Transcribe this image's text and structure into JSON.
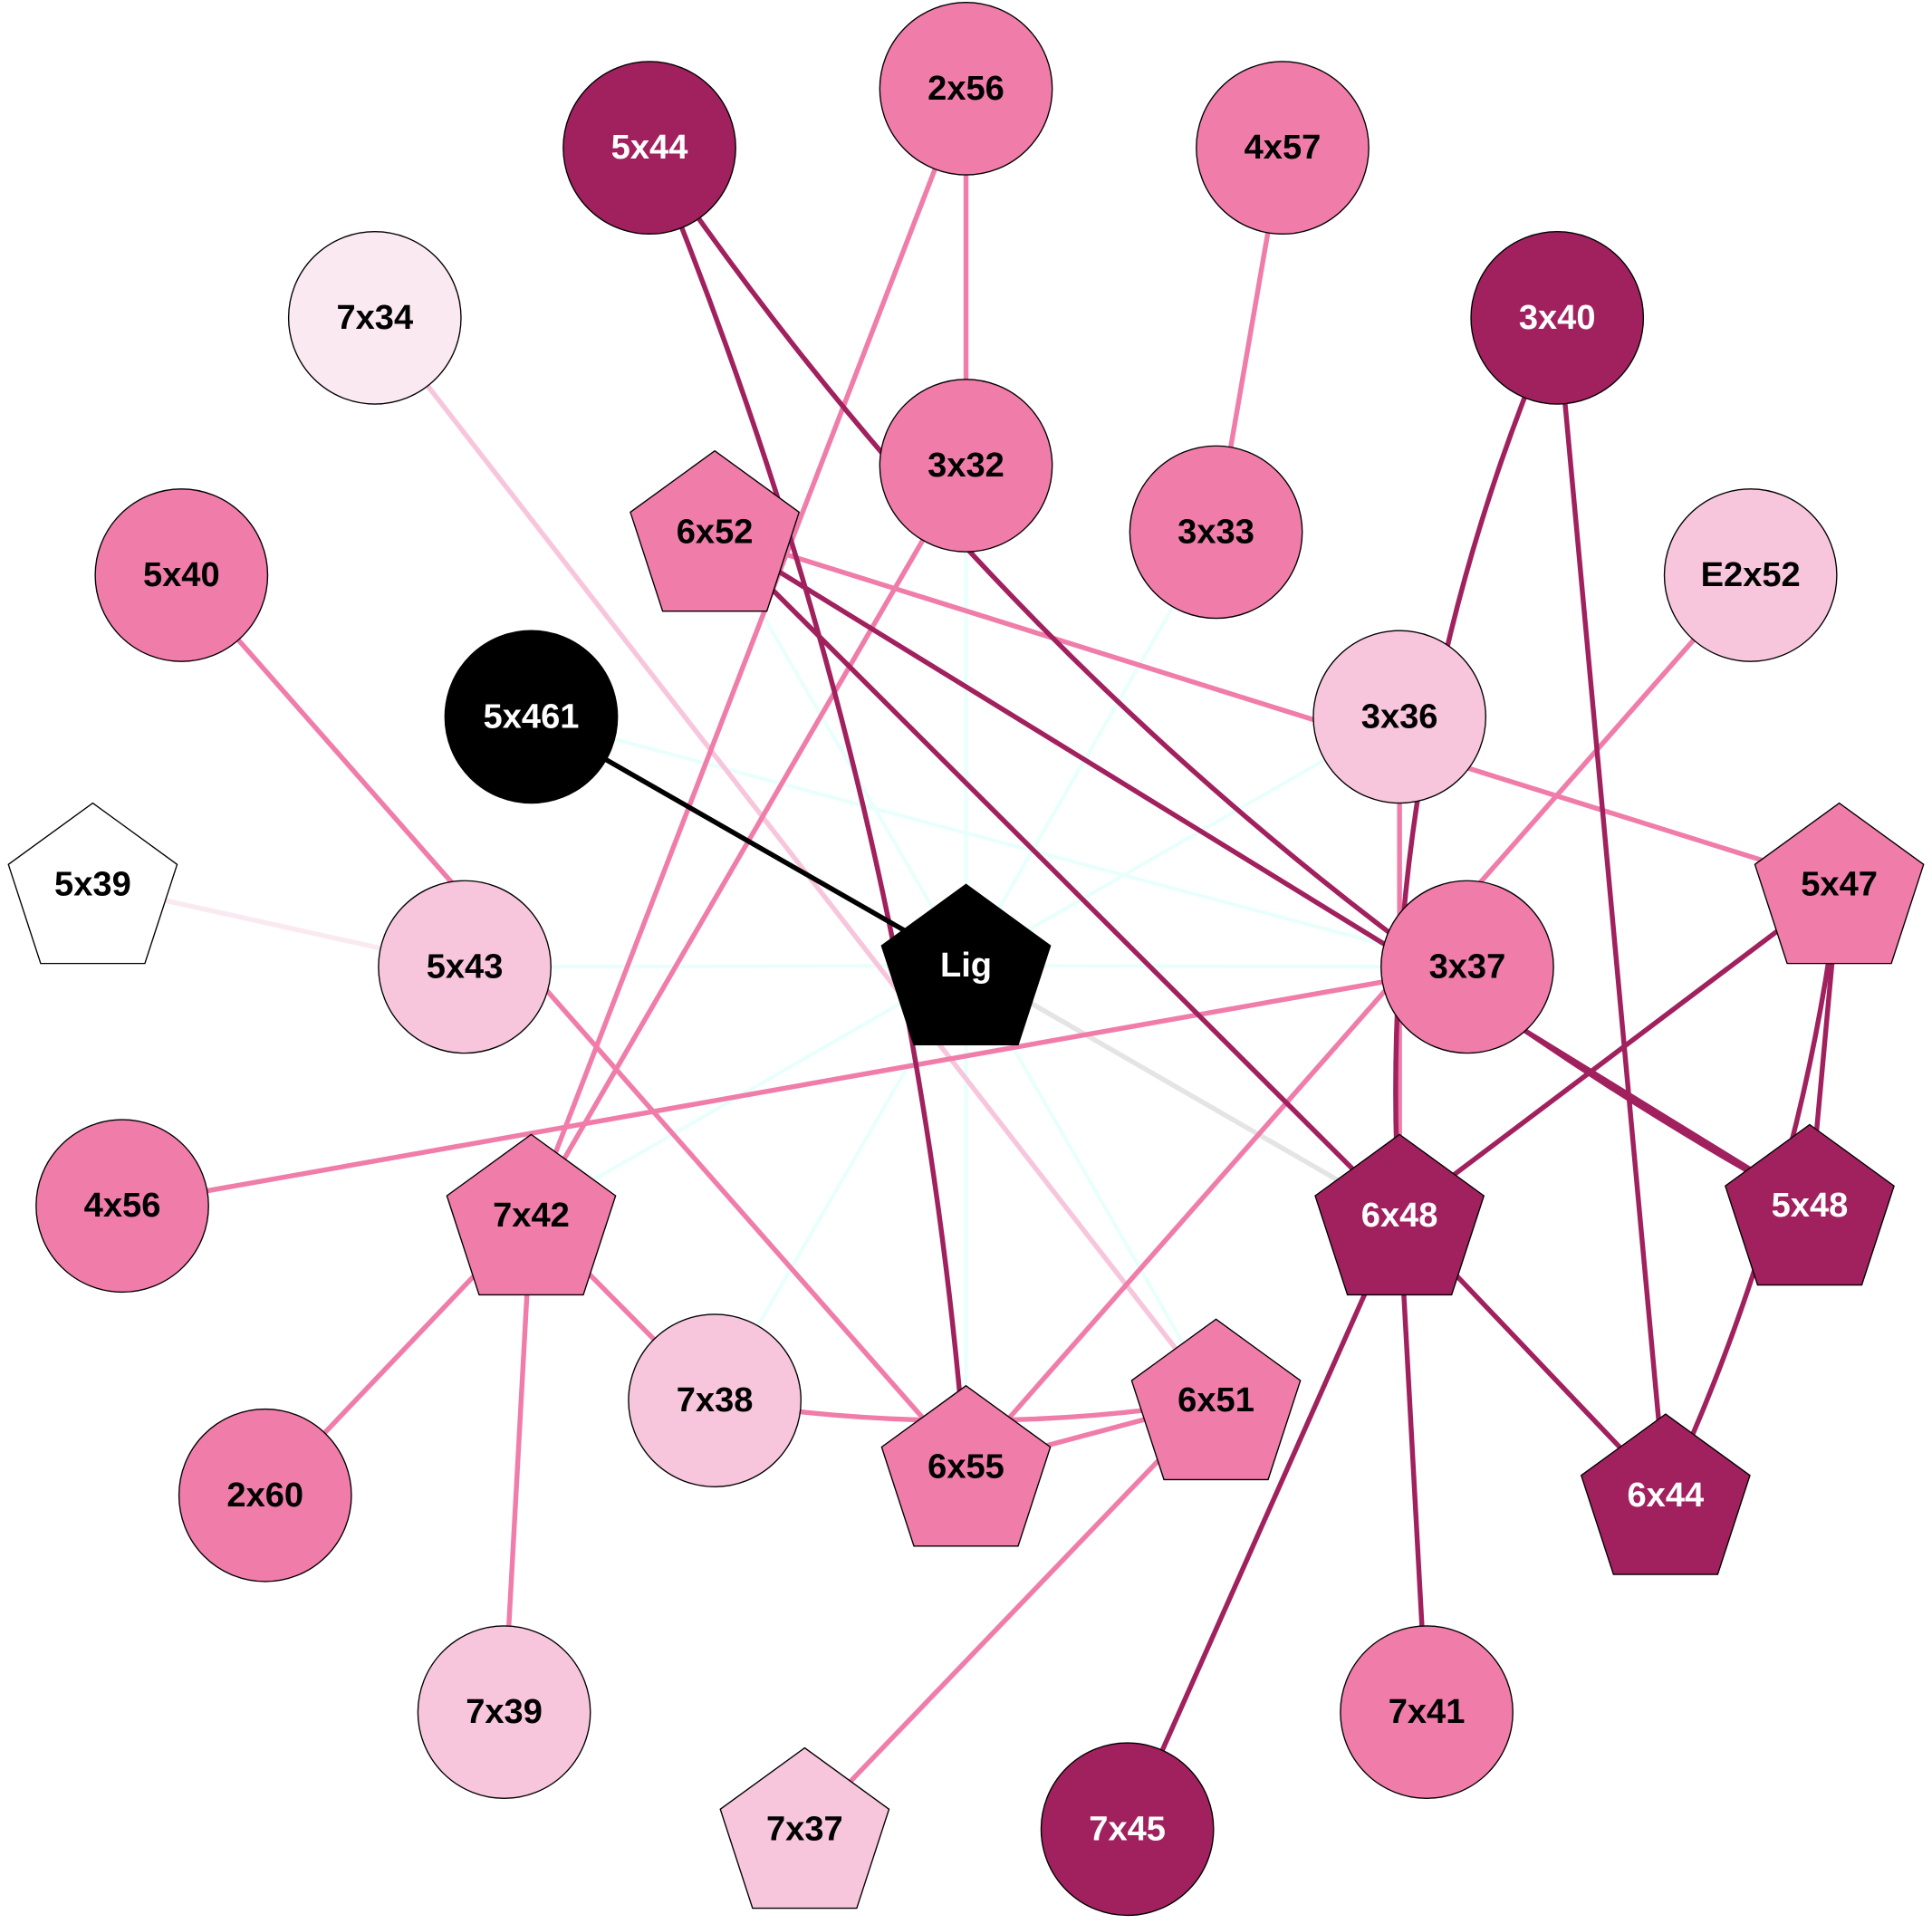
{
  "colors": {
    "medium": "#f07caa",
    "dark": "#a0215e",
    "light": "#f8c6dc",
    "verylight": "#fbe9f1",
    "black": "#000000",
    "white": "#ffffff",
    "cyan": "#e8fffc",
    "gray": "#e4e4e4"
  },
  "nodes": [
    {
      "id": "2x56",
      "shape": "circle",
      "fill": "medium"
    },
    {
      "id": "5x44",
      "shape": "circle",
      "fill": "dark"
    },
    {
      "id": "4x57",
      "shape": "circle",
      "fill": "medium"
    },
    {
      "id": "7x34",
      "shape": "circle",
      "fill": "verylight"
    },
    {
      "id": "3x40",
      "shape": "circle",
      "fill": "dark"
    },
    {
      "id": "3x32",
      "shape": "circle",
      "fill": "medium"
    },
    {
      "id": "6x52",
      "shape": "pentagon",
      "fill": "medium"
    },
    {
      "id": "3x33",
      "shape": "circle",
      "fill": "medium"
    },
    {
      "id": "5x40",
      "shape": "circle",
      "fill": "medium"
    },
    {
      "id": "E2x52",
      "shape": "circle",
      "fill": "light"
    },
    {
      "id": "5x461",
      "shape": "circle",
      "fill": "black"
    },
    {
      "id": "3x36",
      "shape": "circle",
      "fill": "light"
    },
    {
      "id": "5x39",
      "shape": "pentagon",
      "fill": "white"
    },
    {
      "id": "5x47",
      "shape": "pentagon",
      "fill": "medium"
    },
    {
      "id": "5x43",
      "shape": "circle",
      "fill": "light"
    },
    {
      "id": "Lig",
      "shape": "pentagon",
      "fill": "black"
    },
    {
      "id": "3x37",
      "shape": "circle",
      "fill": "medium"
    },
    {
      "id": "4x56",
      "shape": "circle",
      "fill": "medium"
    },
    {
      "id": "7x42",
      "shape": "pentagon",
      "fill": "medium"
    },
    {
      "id": "6x48",
      "shape": "pentagon",
      "fill": "dark"
    },
    {
      "id": "5x48",
      "shape": "pentagon",
      "fill": "dark"
    },
    {
      "id": "7x38",
      "shape": "circle",
      "fill": "light"
    },
    {
      "id": "6x51",
      "shape": "pentagon",
      "fill": "medium"
    },
    {
      "id": "6x55",
      "shape": "pentagon",
      "fill": "medium"
    },
    {
      "id": "2x60",
      "shape": "circle",
      "fill": "medium"
    },
    {
      "id": "6x44",
      "shape": "pentagon",
      "fill": "dark"
    },
    {
      "id": "7x39",
      "shape": "circle",
      "fill": "light"
    },
    {
      "id": "7x41",
      "shape": "circle",
      "fill": "medium"
    },
    {
      "id": "7x37",
      "shape": "pentagon",
      "fill": "light"
    },
    {
      "id": "7x45",
      "shape": "circle",
      "fill": "dark"
    }
  ],
  "edges": [
    [
      "Lig",
      "3x32",
      "cyan"
    ],
    [
      "Lig",
      "3x33",
      "cyan"
    ],
    [
      "Lig",
      "3x36",
      "cyan"
    ],
    [
      "Lig",
      "3x37",
      "cyan"
    ],
    [
      "Lig",
      "5x43",
      "cyan"
    ],
    [
      "Lig",
      "6x51",
      "cyan"
    ],
    [
      "Lig",
      "6x55",
      "cyan"
    ],
    [
      "Lig",
      "7x38",
      "cyan"
    ],
    [
      "Lig",
      "7x42",
      "cyan"
    ],
    [
      "Lig",
      "6x52",
      "cyan"
    ],
    [
      "5x461",
      "3x37",
      "cyan"
    ],
    [
      "Lig",
      "6x48",
      "gray"
    ],
    [
      "5x39",
      "5x43",
      "verylight"
    ],
    [
      "7x34",
      "6x51",
      "light"
    ],
    [
      "2x56",
      "3x32",
      "medium"
    ],
    [
      "2x56",
      "7x42",
      "medium"
    ],
    [
      "4x57",
      "3x33",
      "medium"
    ],
    [
      "3x32",
      "7x42",
      "medium"
    ],
    [
      "6x52",
      "5x47",
      "medium"
    ],
    [
      "5x40",
      "6x55",
      "medium"
    ],
    [
      "E2x52",
      "6x55",
      "medium"
    ],
    [
      "3x36",
      "6x48",
      "medium"
    ],
    [
      "3x37",
      "4x56",
      "medium"
    ],
    [
      "7x42",
      "2x60",
      "medium"
    ],
    [
      "7x42",
      "7x39",
      "medium"
    ],
    [
      "7x42",
      "7x38",
      "medium"
    ],
    [
      "7x38",
      "6x51",
      "medium"
    ],
    [
      "6x55",
      "6x51",
      "medium"
    ],
    [
      "6x51",
      "7x37",
      "medium"
    ],
    [
      "5x44",
      "6x55",
      "dark"
    ],
    [
      "5x44",
      "5x48",
      "dark"
    ],
    [
      "3x40",
      "6x48",
      "dark"
    ],
    [
      "3x40",
      "6x44",
      "dark"
    ],
    [
      "6x52",
      "6x48",
      "dark"
    ],
    [
      "6x52",
      "5x48",
      "dark"
    ],
    [
      "5x47",
      "6x48",
      "dark"
    ],
    [
      "5x47",
      "5x48",
      "dark"
    ],
    [
      "5x47",
      "6x44",
      "dark"
    ],
    [
      "6x48",
      "6x44",
      "dark"
    ],
    [
      "6x48",
      "7x41",
      "dark"
    ],
    [
      "6x48",
      "7x45",
      "dark"
    ],
    [
      "5x461",
      "Lig",
      "black"
    ]
  ]
}
